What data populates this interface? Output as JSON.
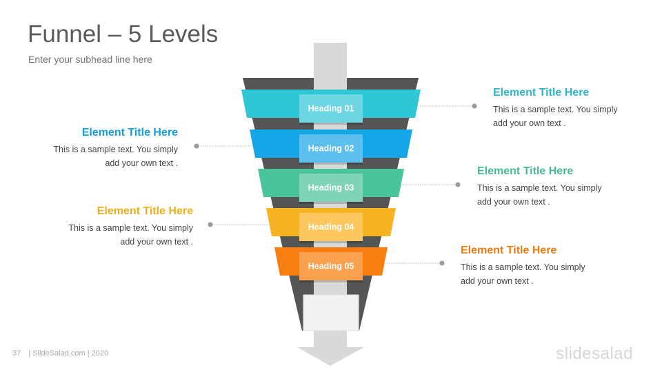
{
  "slide": {
    "title": "Funnel – 5 Levels",
    "subhead": "Enter your subhead line here"
  },
  "funnel": {
    "levels": [
      {
        "heading": "Heading 01",
        "band_color": "#2fc6d6",
        "tab_color": "#6cd6e2"
      },
      {
        "heading": "Heading 02",
        "band_color": "#14a6e6",
        "tab_color": "#5cbfee"
      },
      {
        "heading": "Heading 03",
        "band_color": "#4ac49a",
        "tab_color": "#7fd4b7"
      },
      {
        "heading": "Heading 04",
        "band_color": "#f8b322",
        "tab_color": "#fbc75e"
      },
      {
        "heading": "Heading 05",
        "band_color": "#f87e12",
        "tab_color": "#f9a14e"
      }
    ],
    "shadow_color": "#555555",
    "shaft_color": "#d9d9d9"
  },
  "callouts": [
    {
      "title": "Element Title Here",
      "body_line1": "This is a sample text. You simply",
      "body_line2": "add your own text .",
      "color": "#2fb5c8",
      "side": "right",
      "level": 1
    },
    {
      "title": "Element Title Here",
      "body_line1": "This is a sample text. You simply",
      "body_line2": "add your own text .",
      "color": "#159fd8",
      "side": "left",
      "level": 2
    },
    {
      "title": "Element Title Here",
      "body_line1": "This is a sample text. You simply",
      "body_line2": "add your own text .",
      "color": "#47b994",
      "side": "right",
      "level": 3
    },
    {
      "title": "Element Title Here",
      "body_line1": "This is a sample text. You simply",
      "body_line2": "add your own text .",
      "color": "#f0ad1c",
      "side": "left",
      "level": 4
    },
    {
      "title": "Element Title Here",
      "body_line1": "This is a sample text. You simply",
      "body_line2": "add your own text .",
      "color": "#ef7c10",
      "side": "right",
      "level": 5
    }
  ],
  "footer": {
    "page_number": "37",
    "credit": "| SlideSalad.com | 2020",
    "brand": "slidesalad"
  }
}
